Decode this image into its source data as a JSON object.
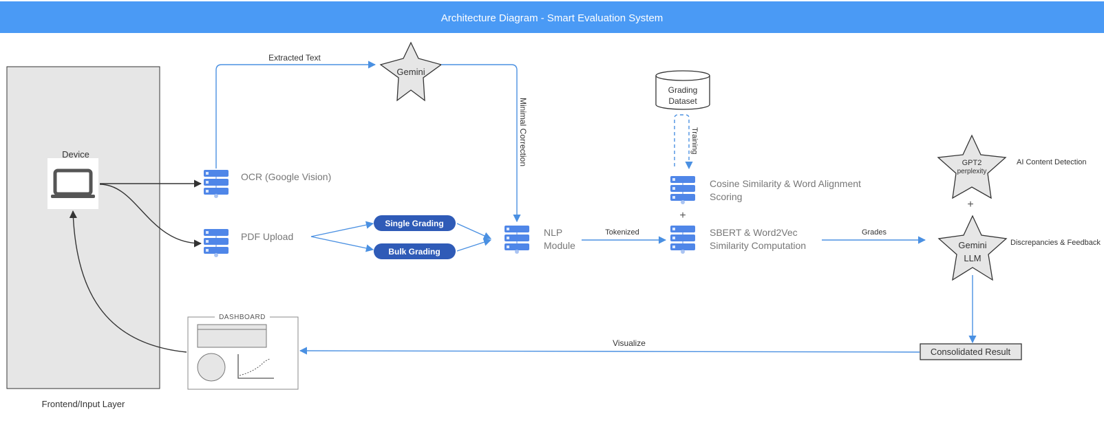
{
  "header": {
    "title": "Architecture Diagram - Smart Evaluation System"
  },
  "frontend": {
    "device_label": "Device",
    "layer_label": "Frontend/Input Layer",
    "dashboard_label": "DASHBOARD"
  },
  "nodes": {
    "ocr": "OCR (Google Vision)",
    "pdf": "PDF Upload",
    "single_grading": "Single Grading",
    "bulk_grading": "Bulk Grading",
    "gemini": "Gemini",
    "nlp_line1": "NLP",
    "nlp_line2": "Module",
    "grading_dataset_line1": "Grading",
    "grading_dataset_line2": "Dataset",
    "cosine_line1": "Cosine Similarity & Word Alignment",
    "cosine_line2": "Scoring",
    "plus": "+",
    "sbert_line1": "SBERT & Word2Vec",
    "sbert_line2": "Similarity Computation",
    "gpt2_line1": "GPT2",
    "gpt2_line2": "perplexity",
    "ai_detect": "AI Content Detection",
    "gemini_llm_line1": "Gemini",
    "gemini_llm_line2": "LLM",
    "discrepancies": "Discrepancies & Feedback",
    "consolidated": "Consolidated Result"
  },
  "edges": {
    "extracted_text": "Extracted Text",
    "minimal_correction": "Minimal Correction",
    "training": "Training",
    "tokenized": "Tokenized",
    "grades": "Grades",
    "visualize": "Visualize"
  },
  "colors": {
    "header_bg": "#4a9af5",
    "arrow_blue": "#4a90e2",
    "pill_blue": "#2f5bb7",
    "server_blue": "#4f86e8",
    "panel_gray": "#e6e6e6",
    "label_gray": "#777777",
    "dark": "#333333"
  }
}
